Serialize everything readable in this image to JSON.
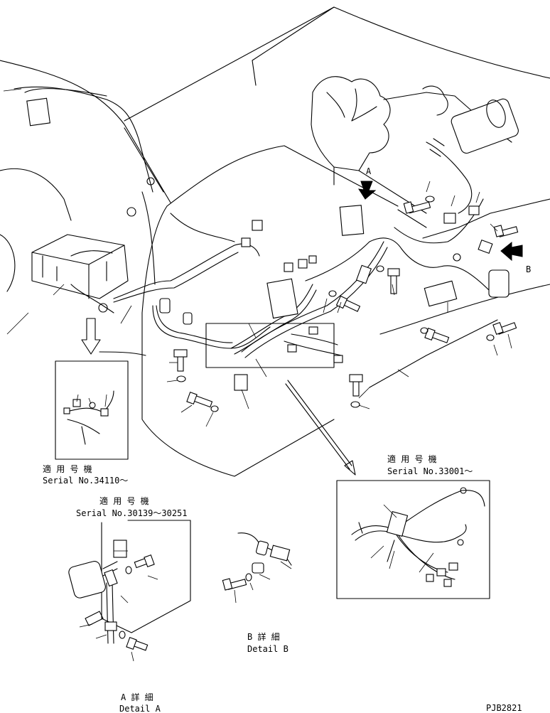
{
  "labels": {
    "callout_a": "A",
    "callout_b": "B",
    "serial_block_1_jp": "適 用 号 機",
    "serial_block_1_en": "Serial No.34110～",
    "serial_block_2_jp": "適 用 号 機",
    "serial_block_2_en": "Serial No.30139～30251",
    "serial_block_3_jp": "適 用 号 機",
    "serial_block_3_en": "Serial No.33001～",
    "detail_a_jp": "A 詳 細",
    "detail_a_en": "Detail A",
    "detail_b_jp": "B 詳 細",
    "detail_b_en": "Detail B",
    "drawing_number": "PJB2821"
  }
}
